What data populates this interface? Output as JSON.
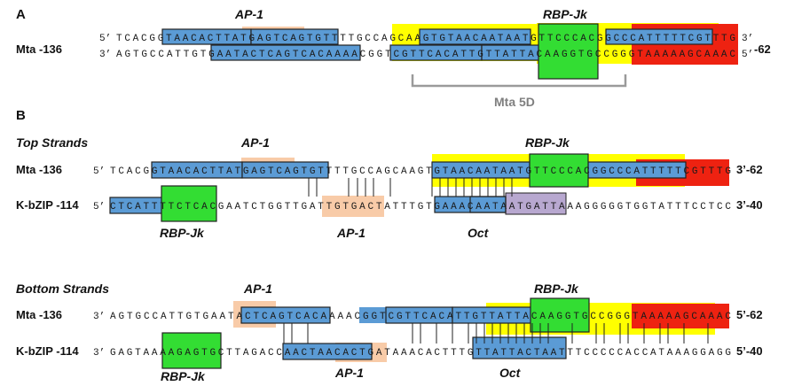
{
  "colors": {
    "blue_box": "#5b9bd5",
    "green_box": "#33dd33",
    "yellow": "#ffff00",
    "red": "#ee2211",
    "orange": "#f8cba8",
    "purple": "#b8a8d0",
    "grey_bracket": "#9a9a9a"
  },
  "panel_a": {
    "label": "A",
    "ap1_label": "AP-1",
    "rbpjk_label": "RBP-Jk",
    "mta_label": "Mta  -136",
    "top_prime_left": "5’",
    "top_seq": "TCACGGTAACACTTATGAGTCAGTGTTTTGCCAGCAAGTGTAACAATAATGTTCCCACGGCCCATTTTTCGTTTG",
    "top_prime_right": "3’",
    "bottom_prime_left": "3’",
    "bottom_seq": "AGTGCCATTGTGAATACTCAGTCACAAAACGGTCGTTCACATTGTTATTACAAGGTGCCGGGTAAAAAGCAAAC",
    "bottom_prime_right": "5’",
    "right_num": "-62",
    "mta5d_label": "Mta 5D"
  },
  "panel_b": {
    "label": "B",
    "top_title": "Top Strands",
    "bottom_title": "Bottom Strands",
    "top": {
      "ap1_upper": "AP-1",
      "rbpjk_upper": "RBP-Jk",
      "mta_label": "Mta -136",
      "mta_prime_left": "5’",
      "mta_seq": "TCACGGTAACACTTATGAGTCAGTGTTTTGCCAGCAAGTGTAACAATAATGTTCCCACGGCCCATTTTTCGTTTG",
      "mta_right": "3’-62",
      "kb_label": "K-bZIP -114",
      "kb_prime_left": "5’",
      "kb_seq": "CTCATTTTCTCACGAATCTGGTTGATTGTGACTATTTGTGAAACAATAATGATTAAAGGGGGTGGTATTTCCTCC",
      "kb_right": "3’-40",
      "rbpjk_lower": "RBP-Jk",
      "ap1_lower": "AP-1",
      "oct_lower": "Oct"
    },
    "bottom": {
      "ap1_upper": "AP-1",
      "rbpjk_upper": "RBP-Jk",
      "mta_label": "Mta -136",
      "mta_prime_left": "3’",
      "mta_seq": "AGTGCCATTGTGAATACTCAGTCACAAAACGGTCGTTCACATTGTTATTACAAGGTGCCGGGTAAAAAGCAAAC",
      "mta_right": "5’-62",
      "kb_label": "K-bZIP -114",
      "kb_prime_left": "3’",
      "kb_seq": "GAGTAAAAGAGTGCTTAGACCAACTAACACTGATAAACACTTTGTTATTACTAATTTCCCCCACCATAAAGGAGG",
      "kb_right": "5’-40",
      "rbpjk_lower": "RBP-Jk",
      "ap1_lower": "AP-1",
      "oct_lower": "Oct"
    }
  }
}
